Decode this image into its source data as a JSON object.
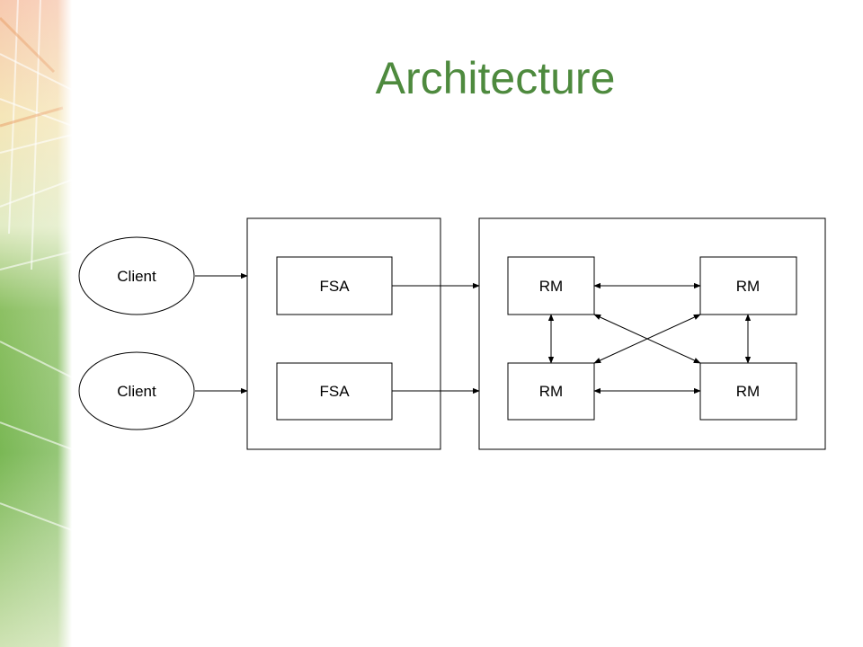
{
  "slide": {
    "title": "Architecture",
    "accent_color": "#4e8a3e"
  },
  "diagram": {
    "clients": [
      {
        "label": "Client"
      },
      {
        "label": "Client"
      }
    ],
    "fsa_nodes": [
      {
        "label": "FSA"
      },
      {
        "label": "FSA"
      }
    ],
    "rm_nodes": [
      {
        "label": "RM"
      },
      {
        "label": "RM"
      },
      {
        "label": "RM"
      },
      {
        "label": "RM"
      }
    ]
  }
}
